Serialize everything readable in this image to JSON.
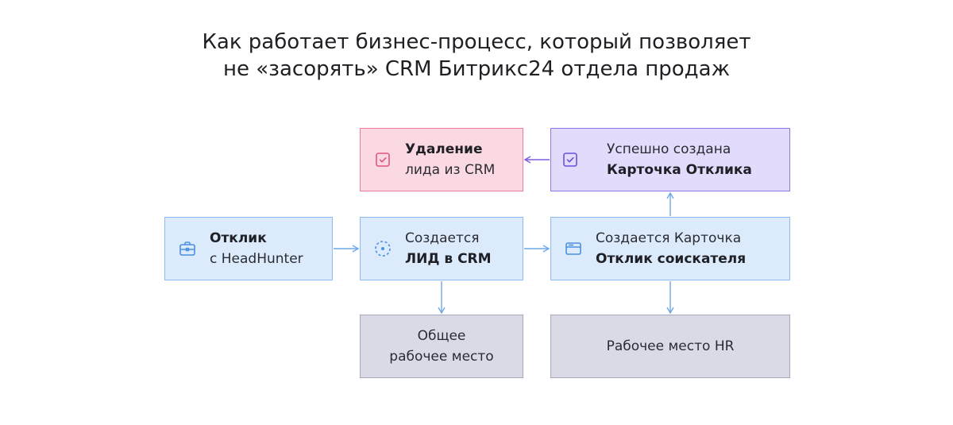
{
  "title": {
    "line1": "Как работает бизнес-процесс, который позволяет",
    "line2": "не «засорять» CRM Битрикс24 отдела продаж"
  },
  "nodes": {
    "headhunter": {
      "bold": "Отклик",
      "text": "с HeadHunter",
      "icon": "briefcase-icon",
      "color": "#4a90e2"
    },
    "lead": {
      "text": "Создается",
      "bold": "ЛИД в CRM",
      "icon": "loading-circle-icon",
      "color": "#4a90e2"
    },
    "card": {
      "text": "Создается Карточка",
      "bold": "Отклик соискателя",
      "icon": "wallet-icon",
      "color": "#4a90e2"
    },
    "delete": {
      "bold": "Удаление",
      "text": "лида из CRM",
      "icon": "checkbox-icon",
      "color": "#e0567e"
    },
    "success": {
      "text": "Успешно создана",
      "bold": "Карточка Отклика",
      "icon": "checkbox-icon",
      "color": "#6e4ed9"
    },
    "common": {
      "line1": "Общее",
      "line2": "рабочее место"
    },
    "hr": {
      "text": "Рабочее место HR"
    }
  },
  "colors": {
    "arrow": "#6ea8e8",
    "arrow_violet": "#7a5de0"
  }
}
